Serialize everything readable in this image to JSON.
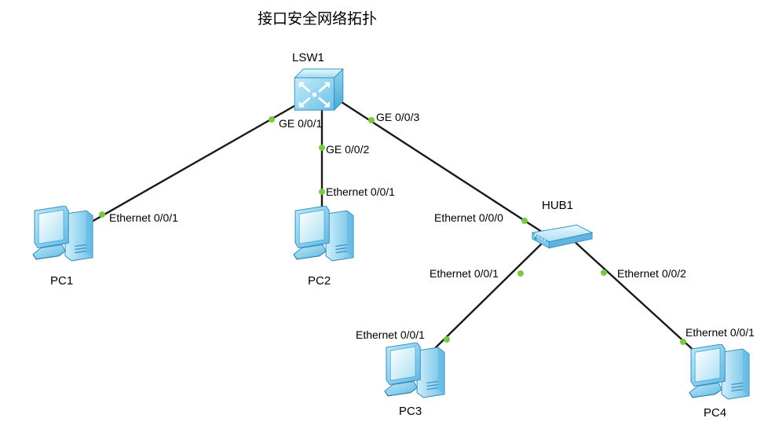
{
  "title": "接口安全网络拓扑",
  "colors": {
    "link": "#1a1a1a",
    "port_dot": "#7ac943",
    "device_light": "#d7f1fb",
    "device_mid": "#8fd3ee",
    "device_dark": "#4aa9d6",
    "device_edge": "#3a8fbf"
  },
  "devices": {
    "lsw1": {
      "label": "LSW1",
      "icon": "switch-icon"
    },
    "hub1": {
      "label": "HUB1",
      "icon": "hub-icon"
    },
    "pc1": {
      "label": "PC1",
      "icon": "pc-icon"
    },
    "pc2": {
      "label": "PC2",
      "icon": "pc-icon"
    },
    "pc3": {
      "label": "PC3",
      "icon": "pc-icon"
    },
    "pc4": {
      "label": "PC4",
      "icon": "pc-icon"
    }
  },
  "links": [
    {
      "id": "lsw1-pc1",
      "a_port": "GE 0/0/1",
      "b_port": "Ethernet 0/0/1"
    },
    {
      "id": "lsw1-pc2",
      "a_port": "GE 0/0/2",
      "b_port": "Ethernet 0/0/1"
    },
    {
      "id": "lsw1-hub1",
      "a_port": "GE 0/0/3",
      "b_port": "Ethernet 0/0/0"
    },
    {
      "id": "hub1-pc3",
      "a_port": "Ethernet 0/0/1",
      "b_port": "Ethernet 0/0/1"
    },
    {
      "id": "hub1-pc4",
      "a_port": "Ethernet 0/0/2",
      "b_port": "Ethernet 0/0/1"
    }
  ]
}
